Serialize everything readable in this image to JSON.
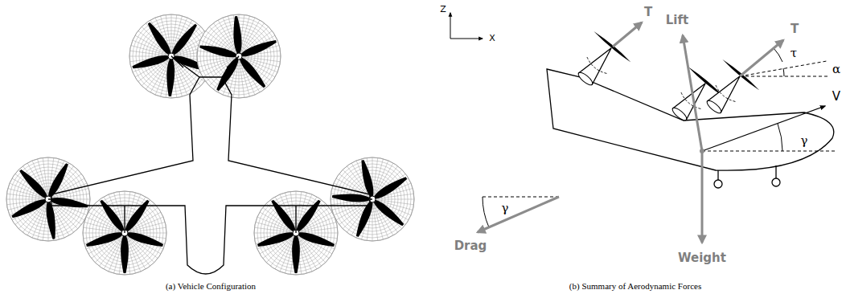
{
  "diagram": {
    "labels": [
      "(a) Vehicle Configuration",
      "(b) Summary of Aerodynamic Forces",
      "Z",
      "X",
      "T",
      "T",
      "Lift",
      "τ",
      "α",
      "V",
      "γ",
      "γ",
      "Drag",
      "Weight"
    ]
  }
}
